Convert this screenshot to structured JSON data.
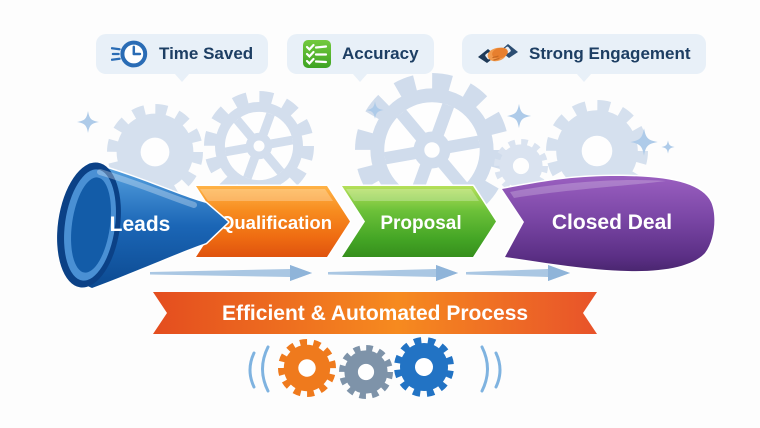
{
  "badges": {
    "bg_color": "#e8f0f8",
    "text_color": "#1d3e63",
    "items": [
      {
        "label": "Time Saved",
        "icon": "clock-speed-icon"
      },
      {
        "label": "Accuracy",
        "icon": "checklist-icon"
      },
      {
        "label": "Strong Engagement",
        "icon": "handshake-icon"
      }
    ]
  },
  "pipeline": {
    "stages": [
      {
        "label": "Leads",
        "shape": "funnel",
        "color": "#1b66b6"
      },
      {
        "label": "Qualification",
        "shape": "chevron-arrow",
        "color": "#f57e1f"
      },
      {
        "label": "Proposal",
        "shape": "chevron-arrow",
        "color": "#4eb02c"
      },
      {
        "label": "Closed Deal",
        "shape": "rounded-ribbon",
        "color": "#6f3d9b"
      }
    ],
    "flow_arrow_color": "#a9c6e2"
  },
  "banner": {
    "label": "Efficient & Automated Process",
    "gradient": [
      "#e44d1f",
      "#f68a1f",
      "#e8532a"
    ],
    "text_color": "#ffffff"
  },
  "decor": {
    "background_gear_color": "#cfdcec",
    "sparkle_color": "#aecbe9",
    "motion_line_color": "#7fb3e0",
    "bottom_gears": [
      {
        "name": "orange-gear",
        "color": "#ef7a1d"
      },
      {
        "name": "gray-gear",
        "color": "#7e93a9"
      },
      {
        "name": "blue-gear",
        "color": "#2273c4"
      }
    ]
  }
}
